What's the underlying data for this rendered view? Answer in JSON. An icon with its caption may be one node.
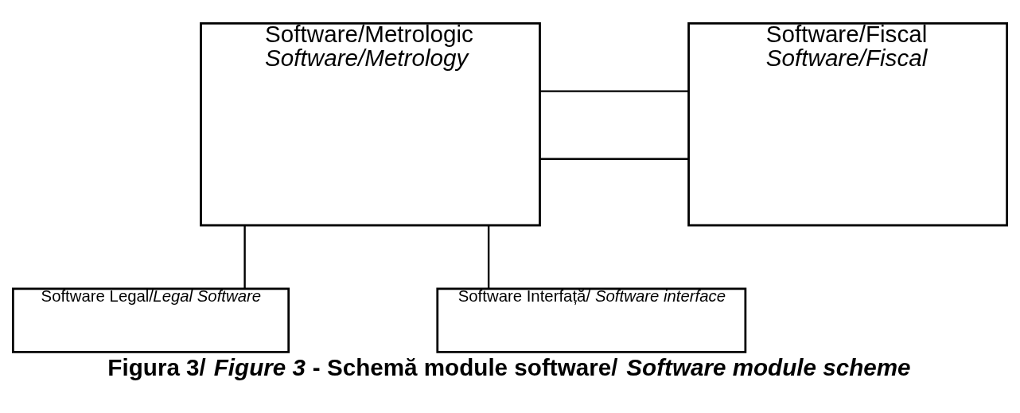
{
  "diagram": {
    "caption": "Figura 3/ *Figure 3* - Schemă module software/ *Software module scheme*",
    "nodes": [
      {
        "text": [
          "Software/Metrologic",
          "Software/Metrology"
        ]
      },
      {
        "text": [
          "Software/Fiscal",
          "Software/Fiscal"
        ]
      },
      {
        "text": [
          "Software Legal/*Legal Software*"
        ]
      },
      {
        "text": [
          "Software Interfață/ *Software interface*"
        ]
      }
    ],
    "edges": [
      {
        "from": 0,
        "to": 1,
        "arrow": "none"
      },
      {
        "from": 0,
        "to": 1,
        "arrow": "none"
      },
      {
        "from": 0,
        "to": 2,
        "arrow": "none"
      },
      {
        "from": 0,
        "to": 3,
        "arrow": "none"
      }
    ]
  }
}
